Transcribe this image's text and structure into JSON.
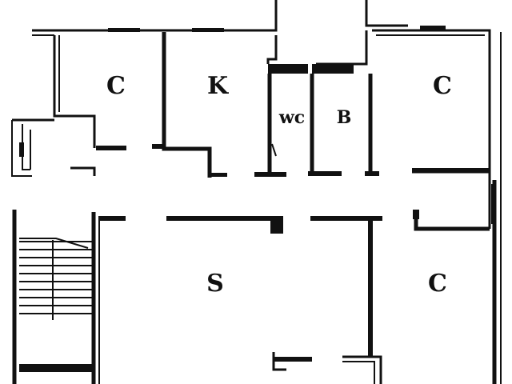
{
  "plan": {
    "rooms": {
      "c_top_left": "C",
      "k": "K",
      "wc": "wc",
      "b": "B",
      "c_top_right": "C",
      "s": "S",
      "c_bottom_right": "C"
    },
    "colors": {
      "ink": "#111111",
      "paper": "#ffffff"
    }
  }
}
